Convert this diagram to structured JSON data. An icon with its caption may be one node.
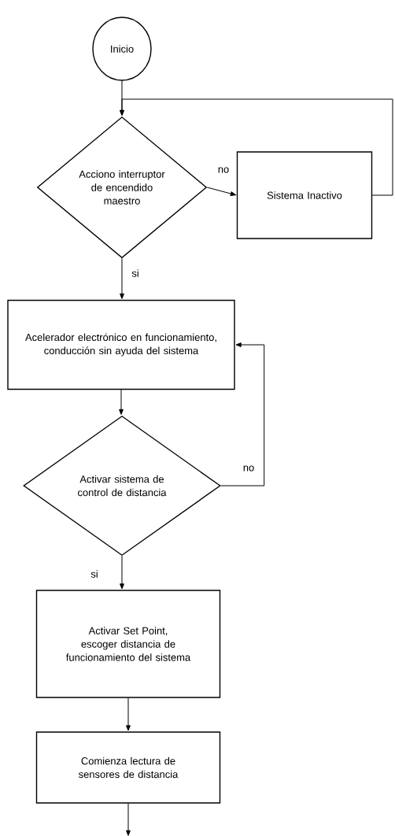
{
  "diagram": {
    "nodes": [
      {
        "text": [
          "Inicio"
        ]
      },
      {
        "text": [
          "Acciono interruptor de encendido maestro"
        ]
      },
      {
        "text": [
          "Sistema Inactivo"
        ]
      },
      {
        "text": [
          "Acelerador electrónico en funcionamiento, conducción sin ayuda del sistema"
        ]
      },
      {
        "text": [
          "Activar sistema de control de distancia"
        ]
      },
      {
        "text": [
          "Activar Set Point, escoger distancia de funcionamiento del sistema"
        ]
      },
      {
        "text": [
          "Comienza lectura de sensores de distancia"
        ]
      }
    ],
    "edges": [
      {
        "from": 0,
        "to": 1,
        "arrow": "to"
      },
      {
        "from": 1,
        "to": 2,
        "arrow": "to",
        "label": "no"
      },
      {
        "from": 2,
        "to": 1,
        "arrow": "to"
      },
      {
        "from": 1,
        "to": 3,
        "arrow": "to",
        "label": "si"
      },
      {
        "from": 3,
        "to": 4,
        "arrow": "to"
      },
      {
        "from": 4,
        "to": 3,
        "arrow": "to",
        "label": "no"
      },
      {
        "from": 4,
        "to": 5,
        "arrow": "to",
        "label": "si"
      },
      {
        "from": 5,
        "to": 6,
        "arrow": "to"
      },
      {
        "from": 6,
        "to": null,
        "arrow": "to"
      }
    ]
  }
}
